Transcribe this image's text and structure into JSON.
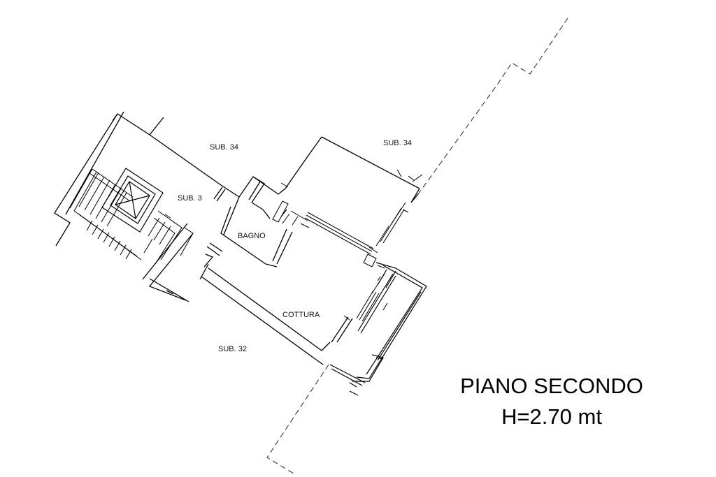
{
  "plan": {
    "labels": {
      "sub34_left": "SUB. 34",
      "sub34_right": "SUB. 34",
      "sub3": "SUB. 3",
      "bagno": "BAGNO",
      "cottura": "COTTURA",
      "sub32": "SUB. 32"
    },
    "title": {
      "line1": "PIANO SECONDO",
      "line2": "H=2.70 mt"
    },
    "line_color": "#000000"
  }
}
